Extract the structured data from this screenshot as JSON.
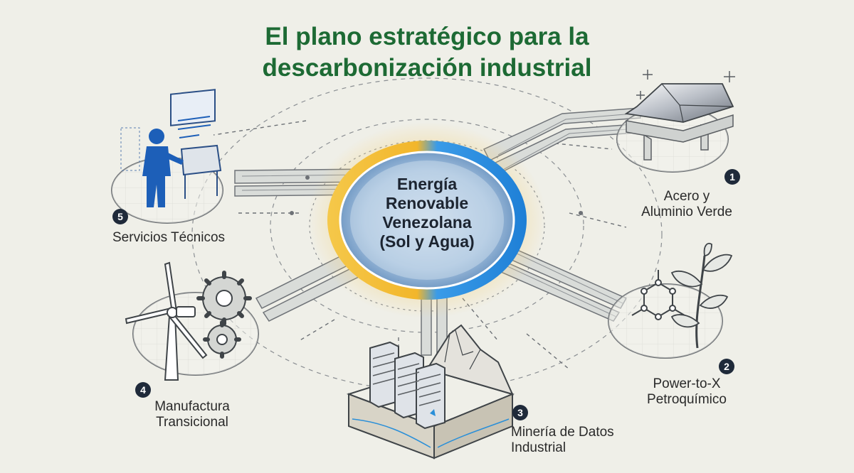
{
  "title_line1": "El plano estratégico para la",
  "title_line2": "descarbonización industrial",
  "hub": {
    "line1": "Energía",
    "line2": "Renovable",
    "line3": "Venezolana",
    "line4": "(Sol y Agua)"
  },
  "nodes": [
    {
      "num": "1",
      "line1": "Acero y",
      "line2": "Aluminio Verde"
    },
    {
      "num": "2",
      "line1": "Power-to-X",
      "line2": "Petroquímico"
    },
    {
      "num": "3",
      "line1": "Minería de Datos",
      "line2": "Industrial"
    },
    {
      "num": "4",
      "line1": "Manufactura",
      "line2": "Transicional"
    },
    {
      "num": "5",
      "line1": "Servicios Técnicos"
    }
  ],
  "colors": {
    "title": "#1d6a34",
    "hub_gold": "#f2b62b",
    "hub_blue": "#2f8fe0",
    "hub_core": "#1f3f66",
    "operator_blue": "#1d5fb8"
  }
}
